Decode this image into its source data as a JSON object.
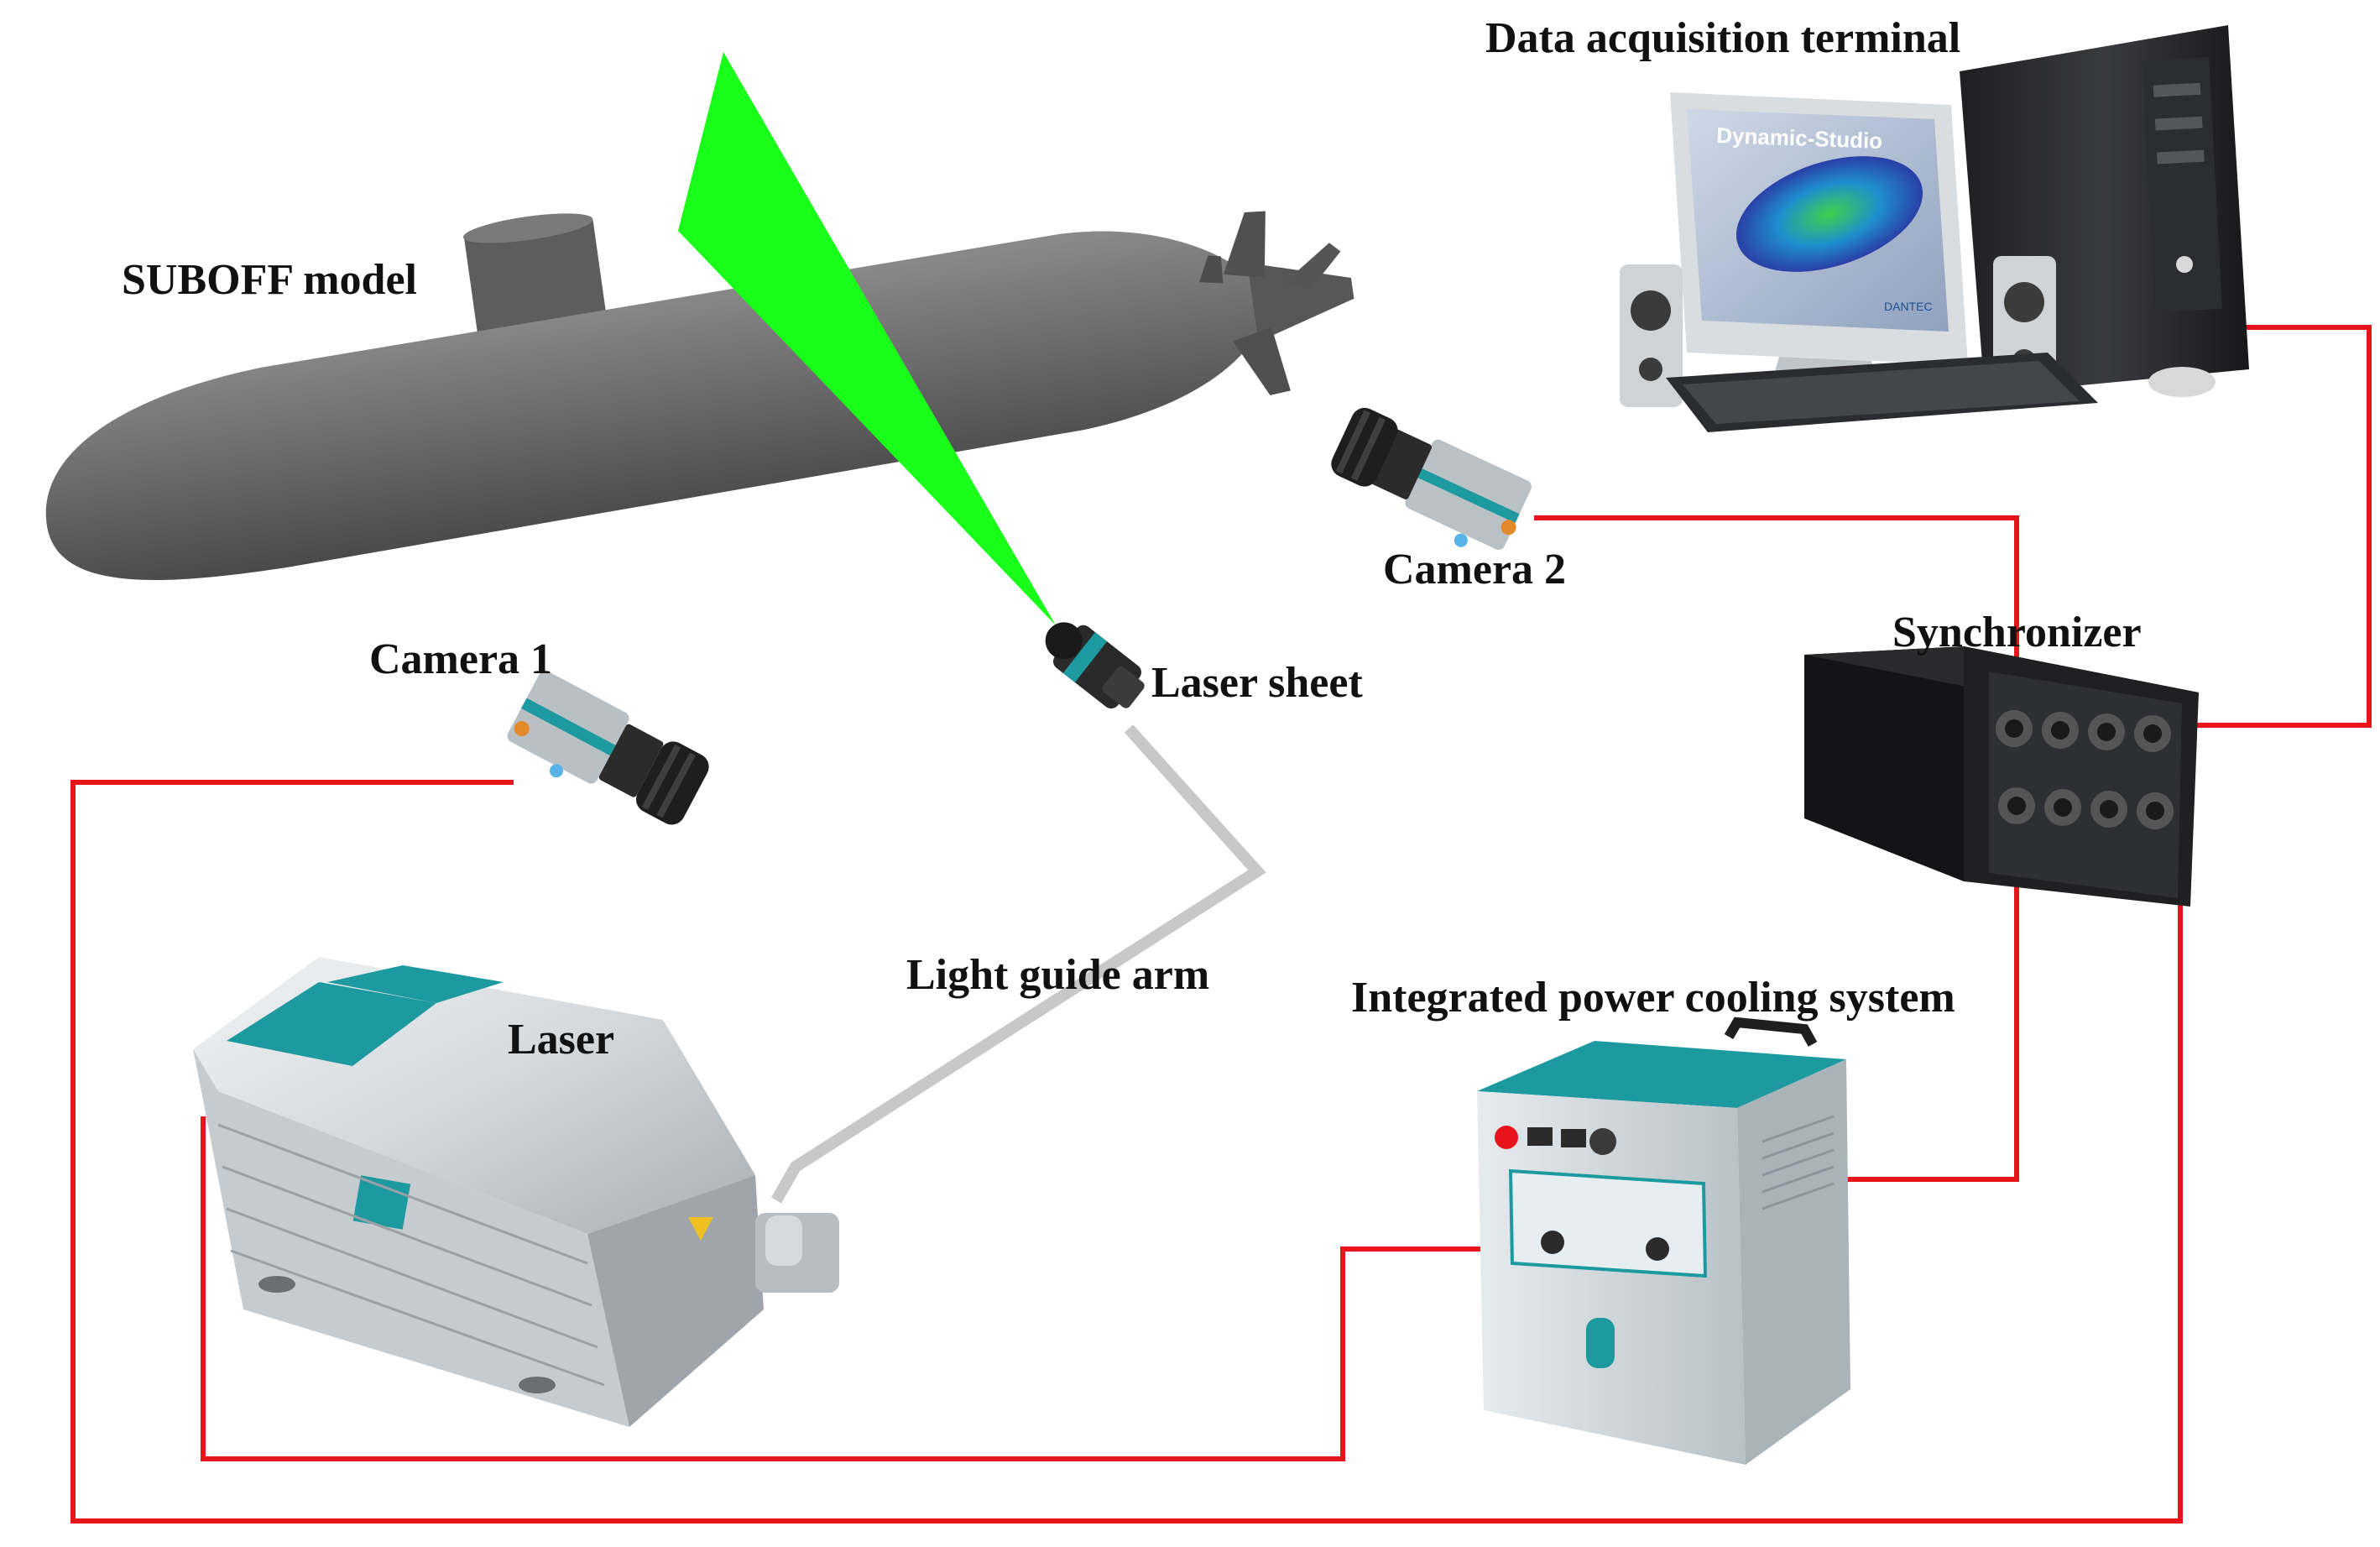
{
  "labels": {
    "data_acquisition_terminal": "Data acquisition terminal",
    "suboff_model": "SUBOFF model",
    "camera_2": "Camera 2",
    "synchronizer": "Synchronizer",
    "camera_1": "Camera 1",
    "laser_sheet": "Laser sheet",
    "light_guide_arm": "Light guide arm",
    "integrated_power_cooling_system": "Integrated power cooling system",
    "laser": "Laser"
  },
  "screen": {
    "software_title": "Dynamic-Studio",
    "brand": "DANTEC"
  },
  "colors": {
    "wire": "#e8141c",
    "laser_sheet": "#1aff1a",
    "hull": "#6b6b6b",
    "teal": "#1d9aa0",
    "light_guide": "#c8c8c8"
  },
  "icons": [
    "submarine-icon",
    "laser-sheet-icon",
    "camera-icon",
    "computer-icon",
    "synchronizer-icon",
    "cooling-unit-icon",
    "laser-unit-icon"
  ]
}
